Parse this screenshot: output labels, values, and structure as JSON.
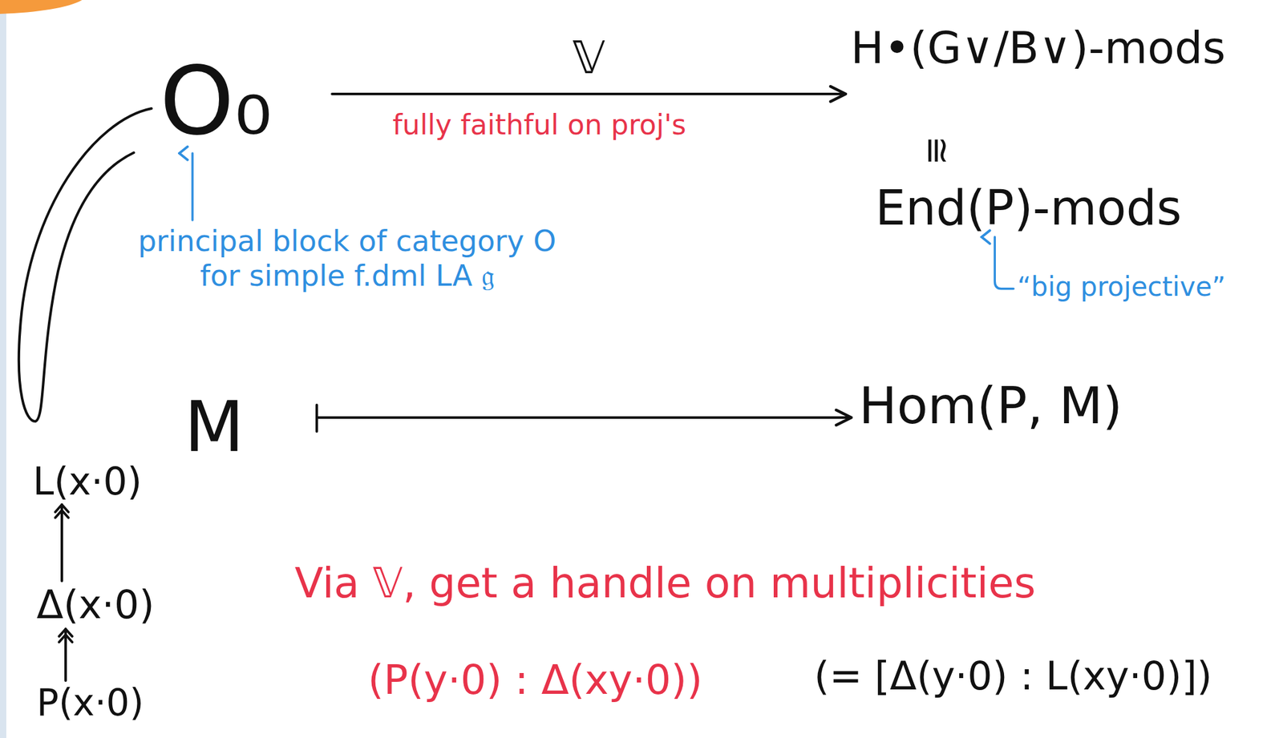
{
  "diagram": {
    "nodes": [
      {
        "text": [
          "O₀"
        ]
      },
      {
        "text": [
          "H•(G∨/B∨)-mods"
        ]
      },
      {
        "text": [
          "End(P)-mods"
        ]
      },
      {
        "text": [
          "M"
        ]
      },
      {
        "text": [
          "Hom(P, M)"
        ]
      },
      {
        "text": [
          "L(x·0)"
        ]
      },
      {
        "text": [
          "Δ(x·0)"
        ]
      },
      {
        "text": [
          "P(x·0)"
        ]
      }
    ],
    "edges": [
      {
        "from": 0,
        "to": 1,
        "label": "𝕍",
        "arrow": "to"
      },
      {
        "from": 3,
        "to": 4,
        "arrow": "to"
      },
      {
        "from": 7,
        "to": 6,
        "arrow": "to"
      },
      {
        "from": 6,
        "to": 5,
        "arrow": "to"
      }
    ],
    "labels": [
      "fully faithful on proj's",
      "≅",
      "principal block of category O for simple f.dml LA 𝔤",
      "“big projective”",
      "Via 𝕍, get a handle on multiplicities",
      "(P(y·0) : Δ(xy·0))",
      "(= [Δ(y·0) : L(xy·0)])"
    ]
  }
}
